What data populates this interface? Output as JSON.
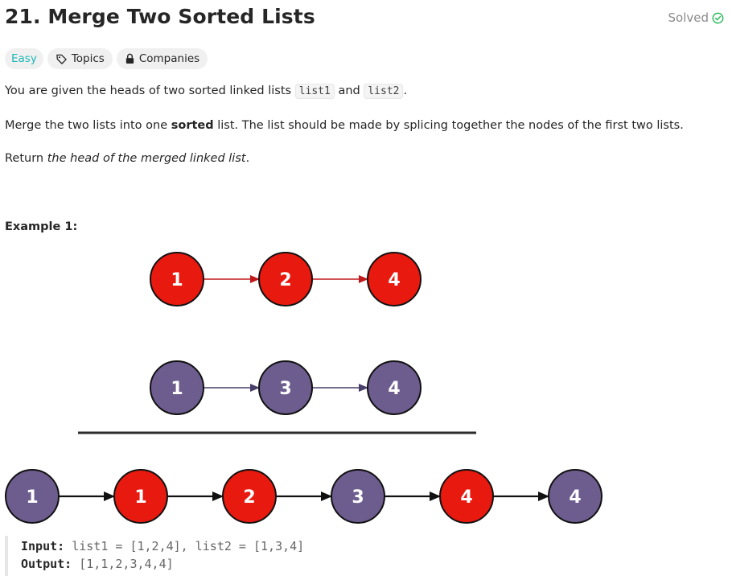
{
  "problem": {
    "title": "21. Merge Two Sorted Lists",
    "status": "Solved",
    "tags": {
      "difficulty": "Easy",
      "topics": "Topics",
      "companies": "Companies"
    }
  },
  "description": {
    "p1": {
      "t1": "You are given the heads of two sorted linked lists ",
      "c1": "list1",
      "t2": " and ",
      "c2": "list2",
      "t3": "."
    },
    "p2": {
      "t1": "Merge the two lists into one ",
      "b": "sorted",
      "t2": " list. The list should be made by splicing together the nodes of the first two lists."
    },
    "p3": {
      "t1": "Return ",
      "i": "the head of the merged linked list",
      "t2": "."
    }
  },
  "example": {
    "title": "Example 1:",
    "input_label": "Input:",
    "input_value": "list1 = [1,2,4], list2 = [1,3,4]",
    "output_label": "Output:",
    "output_value": "[1,1,2,3,4,4]"
  },
  "diagram": {
    "list1": [
      "1",
      "2",
      "4"
    ],
    "list2": [
      "1",
      "3",
      "4"
    ],
    "merged": [
      {
        "label": "1",
        "source": "list2"
      },
      {
        "label": "1",
        "source": "list1"
      },
      {
        "label": "2",
        "source": "list1"
      },
      {
        "label": "3",
        "source": "list2"
      },
      {
        "label": "4",
        "source": "list1"
      },
      {
        "label": "4",
        "source": "list2"
      }
    ],
    "colors": {
      "list1": "#e8190f",
      "list2": "#6d5c8e",
      "arrow1": "#c0191b",
      "arrow2": "#4a3e6a",
      "merged_arrow": "#111111"
    }
  }
}
